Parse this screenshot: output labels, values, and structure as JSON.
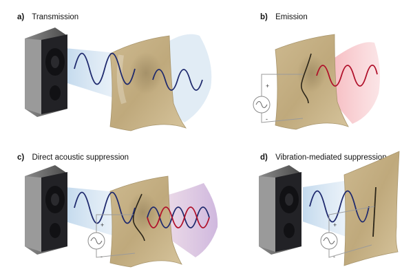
{
  "panels": [
    {
      "letter": "a)",
      "title": "Transmission"
    },
    {
      "letter": "b)",
      "title": "Emission"
    },
    {
      "letter": "c)",
      "title": "Direct acoustic suppression"
    },
    {
      "letter": "d)",
      "title": "Vibration-mediated suppression"
    }
  ],
  "signs": {
    "plus": "+",
    "minus": "-"
  },
  "colors": {
    "speaker_body": "#6a6a6a",
    "speaker_face": "#222226",
    "fabric": "#c8b48a",
    "fabric_dark": "#a8956c",
    "incident_wave": "#1f2a6e",
    "emitted_wave": "#b0102a",
    "transmitted_cone": "#c9dcec",
    "emitted_cone": "#f2b7bc",
    "mixed_cone": "#cbb3d8",
    "wire": "#9a9a9a"
  }
}
